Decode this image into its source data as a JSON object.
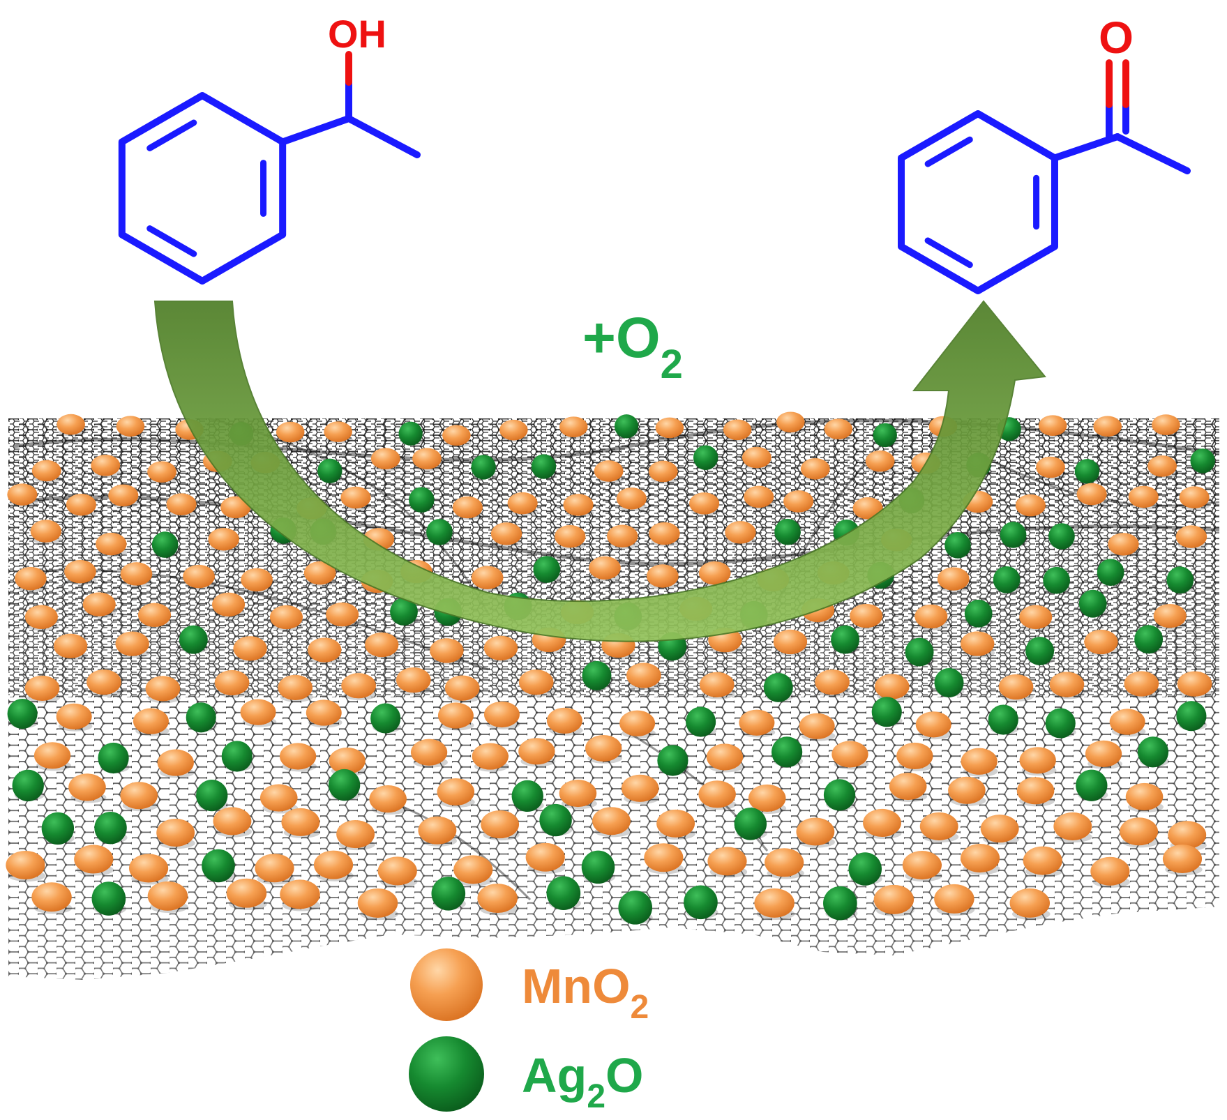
{
  "reactant": {
    "label": "OH",
    "ring_color": "#1a1aff",
    "heteroatom_color": "#ee1111"
  },
  "product": {
    "label": "O",
    "ring_color": "#1a1aff",
    "heteroatom_color": "#ee1111"
  },
  "reagent": {
    "text": "+O",
    "subscript": "2",
    "color": "#1fa84a"
  },
  "arrow": {
    "color": "#6a9a3c",
    "highlight": "#8fbf55"
  },
  "support": {
    "lattice_color": "#2b2b2b"
  },
  "legend": [
    {
      "prefix": "MnO",
      "sub": "2",
      "suffix": "",
      "color": "#f4923a",
      "text_color": "#ee8a3a",
      "icon": "mno2-particle-icon"
    },
    {
      "prefix": "Ag",
      "sub": "2",
      "suffix": "O",
      "color": "#147a2a",
      "text_color": "#1fa84a",
      "icon": "ag2o-particle-icon"
    }
  ]
}
